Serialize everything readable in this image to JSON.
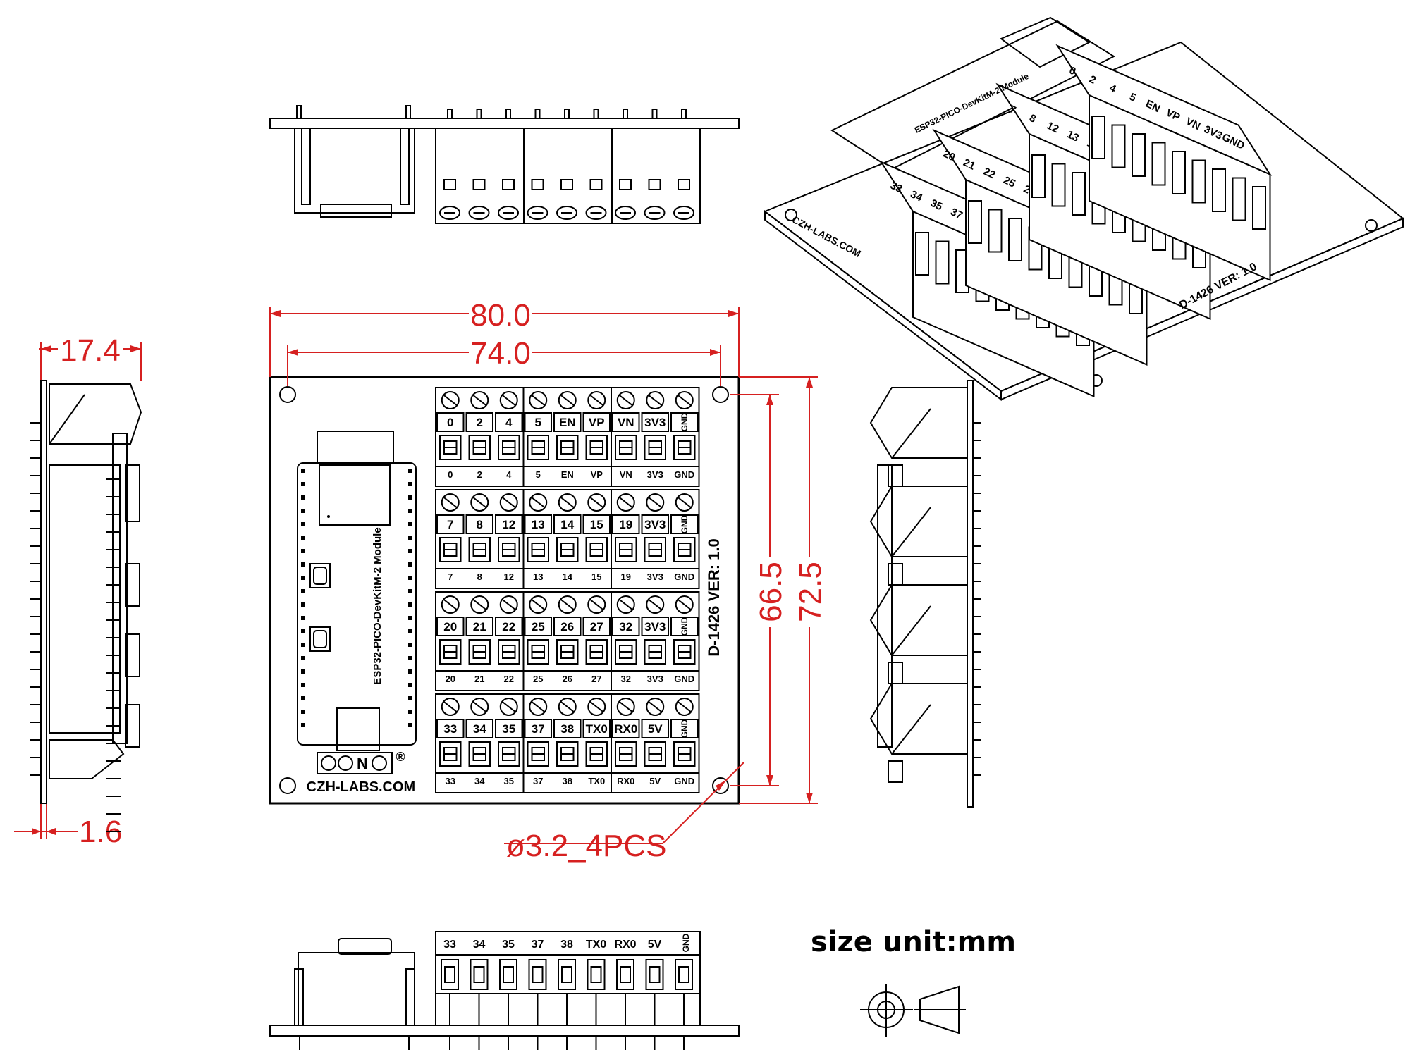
{
  "board": {
    "module_label": "ESP32-PICO-DevKitM-2 Module",
    "brand_label": "CZH-LABS.COM",
    "logo_text": "OONO",
    "registered_mark": "®",
    "version_label": "D-1426 VER: 1.0"
  },
  "terminal_rows": [
    [
      "0",
      "2",
      "4",
      "5",
      "EN",
      "VP",
      "VN",
      "3V3",
      "GND"
    ],
    [
      "7",
      "8",
      "12",
      "13",
      "14",
      "15",
      "19",
      "3V3",
      "GND"
    ],
    [
      "20",
      "21",
      "22",
      "25",
      "26",
      "27",
      "32",
      "3V3",
      "GND"
    ],
    [
      "33",
      "34",
      "35",
      "37",
      "38",
      "TX0",
      "RX0",
      "5V",
      "GND"
    ]
  ],
  "dimensions": {
    "width_total": "80.0",
    "hole_spacing_x": "74.0",
    "hole_spacing_y": "66.5",
    "length_total": "72.5",
    "height": "17.4",
    "pcb_thickness": "1.6",
    "holes": "ø3.2_4PCS"
  },
  "unit_note": "size unit:mm",
  "colors": {
    "dimension": "#d62020",
    "line": "#000000"
  }
}
